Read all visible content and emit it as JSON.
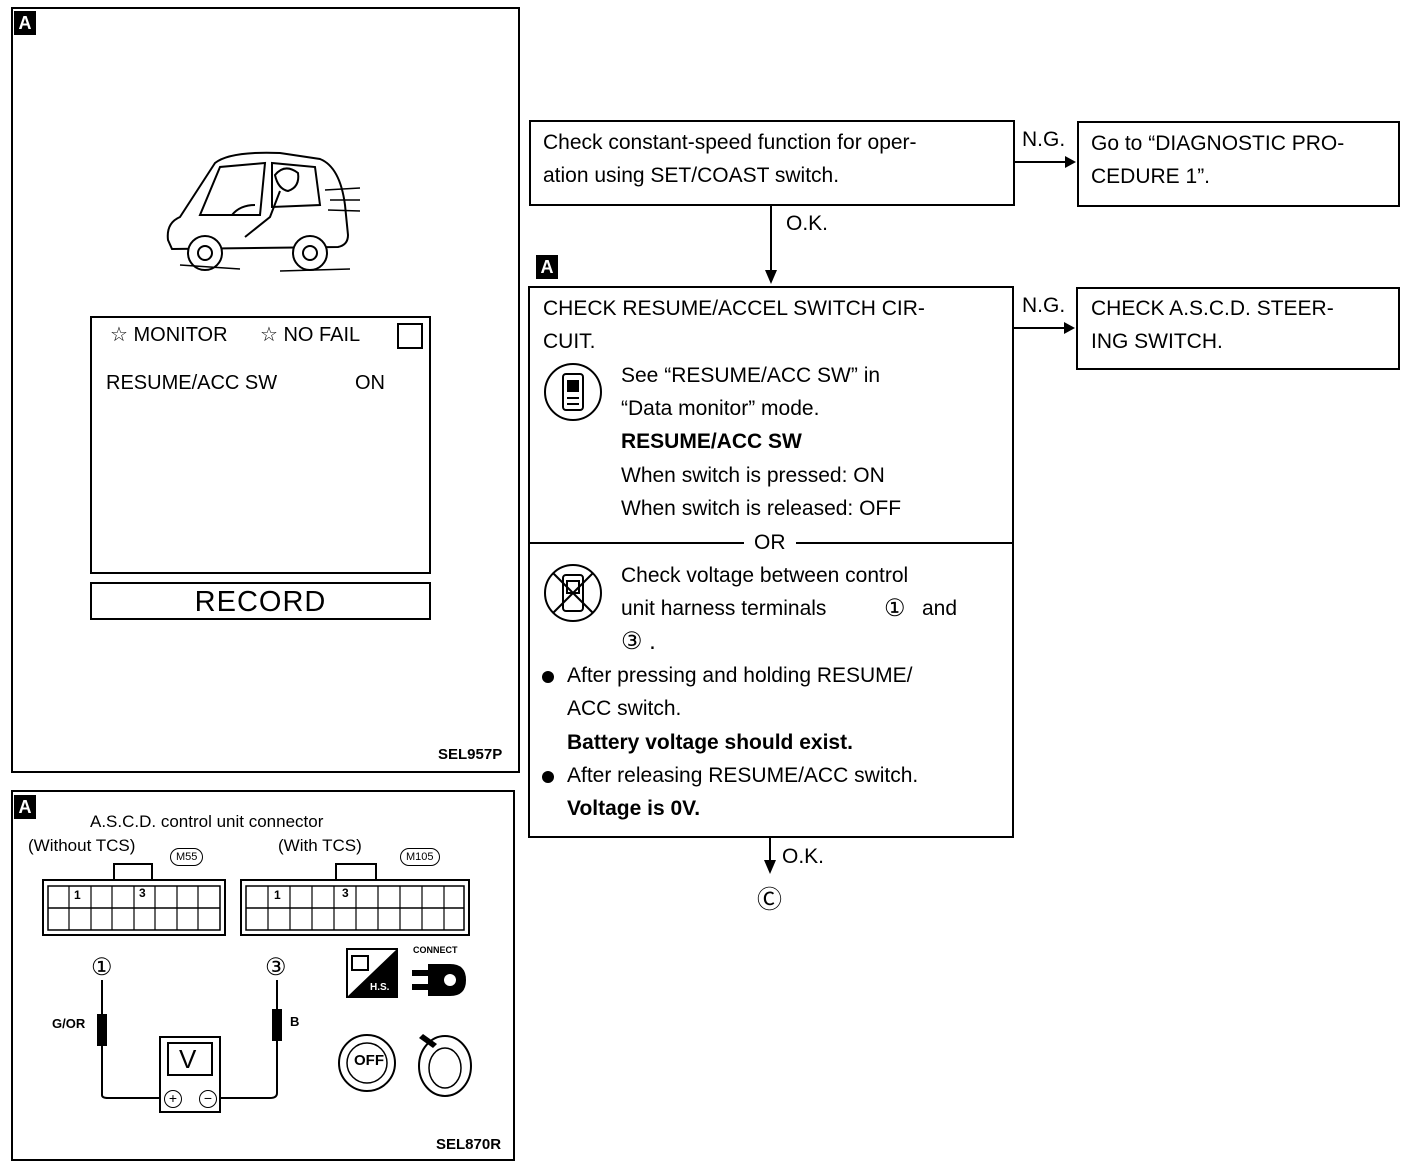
{
  "panel_top": {
    "tag": "A",
    "monitor_label": "☆ MONITOR",
    "nofail_label": "☆ NO FAIL",
    "item_name": "RESUME/ACC SW",
    "item_value": "ON",
    "record_label": "RECORD",
    "code": "SEL957P"
  },
  "panel_bottom": {
    "tag": "A",
    "title": "A.S.C.D. control unit connector",
    "left_label": "(Without TCS)",
    "left_code": "M55",
    "right_label": "(With TCS)",
    "right_code": "M105",
    "pin1": "1",
    "pin3": "3",
    "probe_left_num": "①",
    "probe_right_num": "③",
    "wire_left": "G/OR",
    "wire_right": "B",
    "meter_label": "V",
    "plus": "+",
    "minus": "−",
    "connect_label": "CONNECT",
    "hs_label": "H.S.",
    "off_label": "OFF",
    "code": "SEL870R"
  },
  "flow": {
    "step1": {
      "line1": "Check constant-speed function for oper-",
      "line2": "ation using SET/COAST switch."
    },
    "ng1": "N.G.",
    "ng1_box": {
      "line1": "Go to “DIAGNOSTIC PRO-",
      "line2": "CEDURE 1”."
    },
    "ok1": "O.K.",
    "step2_tag": "A",
    "step2": {
      "title1": "CHECK RESUME/ACCEL SWITCH CIR-",
      "title2": "CUIT.",
      "consult1": "See “RESUME/ACC SW” in",
      "consult2": "“Data monitor” mode.",
      "consult3": "RESUME/ACC SW",
      "consult4": "When switch is pressed: ON",
      "consult5": "When switch is released: OFF",
      "or": "OR",
      "volt1": "Check voltage between control",
      "volt2a": "unit harness terminals",
      "volt2b": "①",
      "volt2c": "and",
      "volt3": "③ .",
      "b1_line1": "After pressing and holding RESUME/",
      "b1_line2": "ACC switch.",
      "b1_line3": "Battery voltage should exist.",
      "b2_line1": "After releasing RESUME/ACC switch.",
      "b2_line2": "Voltage is 0V."
    },
    "ng2": "N.G.",
    "ng2_box": {
      "line1": "CHECK A.S.C.D. STEER-",
      "line2": "ING SWITCH."
    },
    "ok2": "O.K.",
    "end_symbol": "Ⓒ"
  }
}
